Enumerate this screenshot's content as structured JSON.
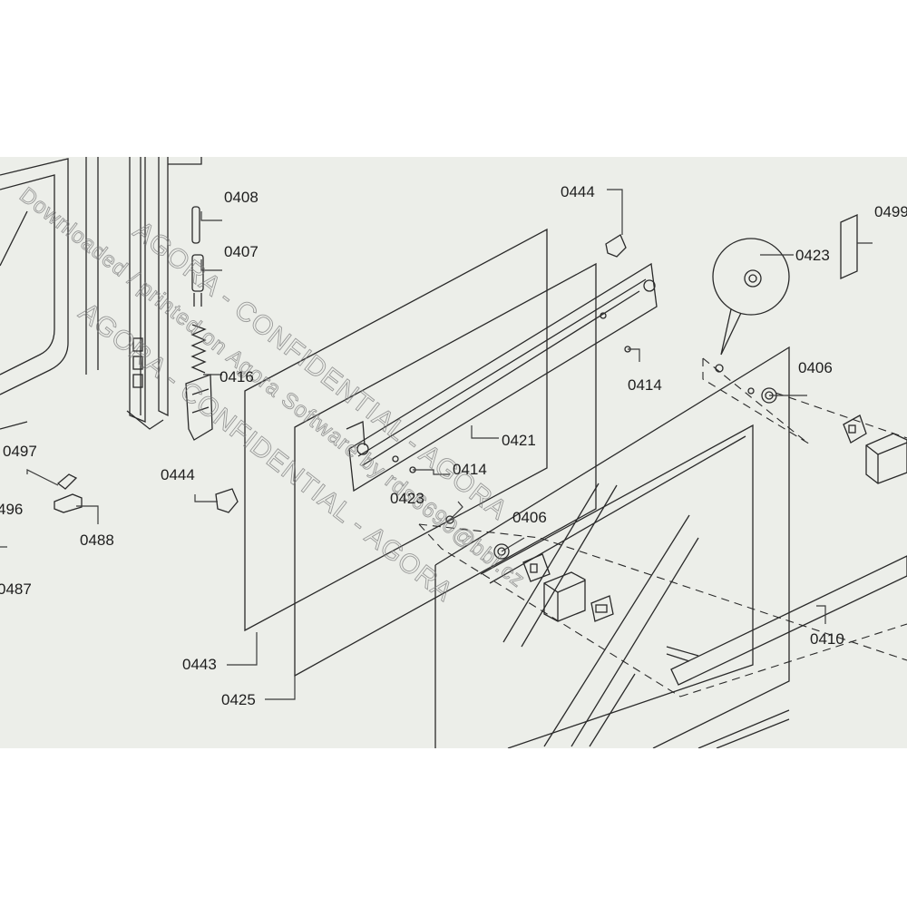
{
  "labels": {
    "p0408": "0408",
    "p0407": "0407",
    "p0416": "0416",
    "p0444a": "0444",
    "p0444b": "0444",
    "p0497": "0497",
    "p0496": "496",
    "p0488": "0488",
    "p0487": "0487",
    "p0443": "0443",
    "p0425": "0425",
    "p0421": "0421",
    "p0414a": "0414",
    "p0414b": "0414",
    "p0423a": "0423",
    "p0423b": "0423",
    "p0406a": "0406",
    "p0406b": "0406",
    "p0410": "0410",
    "p0499": "0499"
  },
  "watermark": {
    "line1": "Downloaded / printed on Agora Software by rds6690@bbl.cz",
    "line2": "AGORA - CONFIDENTIAL - AGORA",
    "line3": "AGORA - CONFIDENTIAL - AGORA"
  },
  "colors": {
    "screen_background": "#eceee9",
    "line": "#2a2a2a",
    "watermark": "#7d7d7d"
  }
}
